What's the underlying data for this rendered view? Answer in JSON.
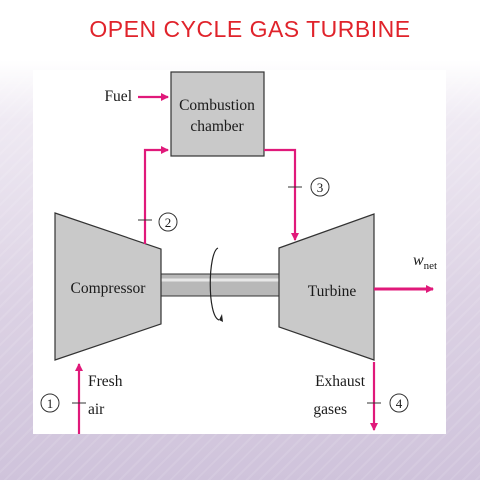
{
  "slide": {
    "title": "OPEN CYCLE GAS TURBINE"
  },
  "diagram": {
    "fuel_label": "Fuel",
    "combustion_chamber": [
      "Combustion",
      "chamber"
    ],
    "compressor_label": "Compressor",
    "turbine_label": "Turbine",
    "work_label": "w",
    "work_subscript": "net",
    "inlet_label": [
      "Fresh",
      "air"
    ],
    "exhaust_label": [
      "Exhaust",
      "gases"
    ],
    "state_points": [
      "1",
      "2",
      "3",
      "4"
    ],
    "colors": {
      "flow_arrow": "#e0197a",
      "component_fill": "#c9c9c9",
      "component_stroke": "#333333",
      "shaft": "#b8b8b8",
      "title": "#e0232b"
    }
  }
}
